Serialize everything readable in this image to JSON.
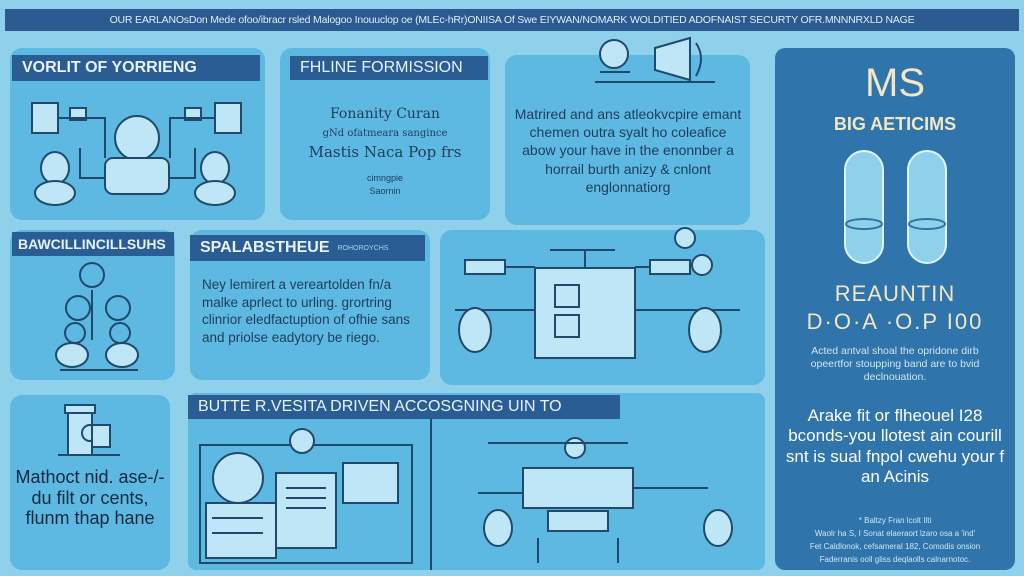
{
  "banner": "OUR EARLANOsDon Mede ofoo/ibracr rsled Malogoo Inouuclop oe (MLEc-hRr)ONIISA Of Swe EIYWAN/NOMARK WOLDITIED ADOFNAIST SECURTY OFR.MNNNRXLD NAGE",
  "card1": {
    "title": "VORLIT OF YORRIENG"
  },
  "card2": {
    "title": "FHLINE FORMISSION",
    "line1": "Fonanity Curan",
    "line2": "gNd ofatmeara sangince",
    "line3": "Mastis Naca Pop frs",
    "line4": "cimngpie",
    "line5": "Saornin"
  },
  "card3": {
    "text": "Matrired and ans atleokvcpire emant chemen outra syalt ho coleafice abow your have in the enonnber a horrail burth anizy & cnlont englonnatiorg"
  },
  "card4": {
    "title": "BAWCILLINCILLSUHS"
  },
  "card5": {
    "title": "SPALABSTHEUE",
    "subtitle": "ROHOROYCHS",
    "text": "Ney lemirert a vereartolden fn/a malke aprlect to urling. grortring clinrior eledfactuption of ofhie sans and priolse eadytory be riego."
  },
  "card7": {
    "text": "Mathoct nid. ase-/-du filt or cents, flunm thap hane"
  },
  "card8": {
    "title": "BUTTE R.VESITA DRIVEN ACCOSGNING UIN TO"
  },
  "right": {
    "logo": "MS",
    "title": "BIG AETICIMS",
    "heading1": "REAUNTIN",
    "heading2": "D·O·A ·O.P I00",
    "para1": "Acted antval shoal the opridone dirb opeertfor stoupping band are to bvid declnouation.",
    "para2": "Arake fit or flheouel I28 bconds-you llotest ain courill snt is sual fnpol cwehu your f an Acinis",
    "foot1": "* Baltzy Fran lcolt Ilti",
    "foot2": "Waolr ha S, I Sonat elaeraort lzaro osa a 'ind'",
    "foot3": "Fet Caldlonok, cefsameral 182, Comodis onsion",
    "foot4": "Faderranis ooll gliss deqlaolls calnarnotoc."
  },
  "colors": {
    "background": "#8fd0ea",
    "card": "#5db9e2",
    "header": "#2a5d94",
    "panel": "#2f74aa",
    "accent_text": "#f3e6c4"
  }
}
